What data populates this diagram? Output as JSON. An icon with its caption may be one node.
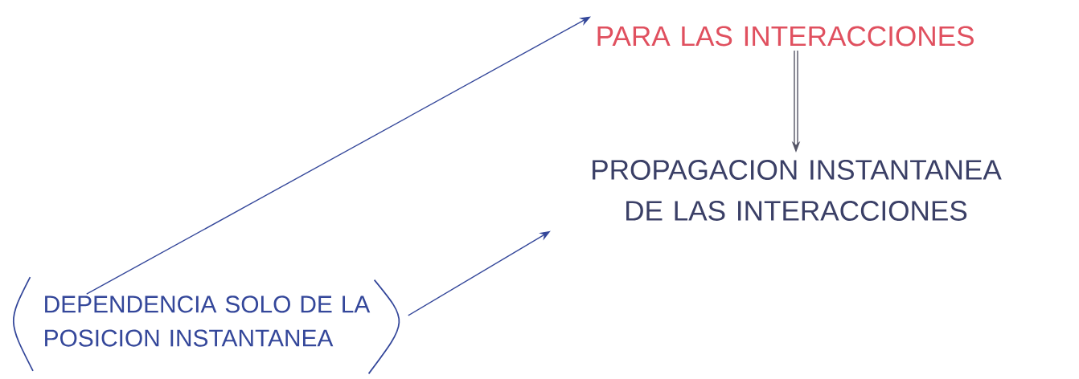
{
  "diagram": {
    "nodes": [
      {
        "text": [
          "PARA LAS INTERACCIONES"
        ]
      },
      {
        "text": [
          "PROPAGACION INSTANTANEA DE LAS INTERACCIONES"
        ]
      },
      {
        "text": [
          "DEPENDENCIA SOLO DE LA POSICION INSTANTANEA"
        ]
      }
    ],
    "edges": [
      {
        "from": 2,
        "to": 0,
        "arrow": "to"
      },
      {
        "from": 0,
        "to": 1,
        "arrow": "to",
        "style": "thick",
        "color": "#555566"
      },
      {
        "from": 2,
        "to": 1,
        "arrow": "to"
      }
    ]
  }
}
